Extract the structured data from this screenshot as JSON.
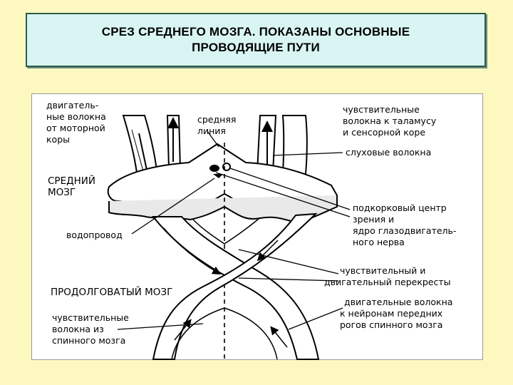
{
  "title": {
    "line1": "СРЕЗ СРЕДНЕГО МОЗГА. ПОКАЗАНЫ ОСНОВНЫЕ",
    "line2": "ПРОВОДЯЩИЕ ПУТИ"
  },
  "labels": {
    "motor_fibers": [
      "двигатель-",
      "ные волокна",
      "от моторной",
      "коры"
    ],
    "midline": [
      "средняя",
      "линия"
    ],
    "sensory_thalamus": [
      "чувствительные",
      "волокна к таламусу",
      "и сенсорной коре"
    ],
    "auditory": [
      "слуховые  волокна"
    ],
    "midbrain": [
      "СРЕДНИЙ",
      "МОЗГ"
    ],
    "subcortical_center": [
      "подкорковый центр",
      "зрения и",
      "ядро глазодвигатель-",
      "ного нерва"
    ],
    "aqueduct": [
      "водопровод"
    ],
    "decussations": [
      "чувствительный и",
      "двигательный  перекресты"
    ],
    "medulla": [
      "ПРОДОЛГОВАТЫЙ МОЗГ"
    ],
    "motor_anterior_horn": [
      "двигательные волокна",
      "к нейронам передних",
      "рогов спинного мозга"
    ],
    "sensory_spinal": [
      "чувствительные",
      "волокна из",
      "спинного мозга"
    ]
  }
}
